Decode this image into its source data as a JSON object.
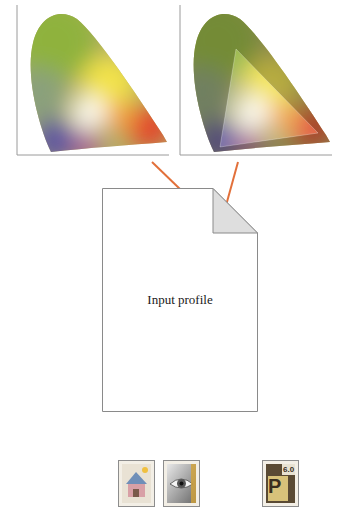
{
  "diagram": {
    "nodes": [
      {
        "text": [
          "Input profile"
        ]
      }
    ],
    "labels": [
      "P",
      "6.0"
    ]
  }
}
